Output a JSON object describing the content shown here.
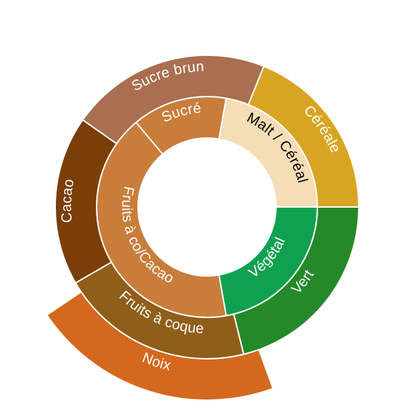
{
  "chart_data": {
    "type": "sunburst",
    "title": "",
    "inner_ring": [
      {
        "label": "Sucré",
        "start_deg": -40,
        "end_deg": 10,
        "color": "#C97D3B",
        "text_color": "#FFFFFF"
      },
      {
        "label": "Malt / Céréal",
        "start_deg": 10,
        "end_deg": 90,
        "color": "#F5DEB5",
        "text_color": "#000000"
      },
      {
        "label": "Végétal",
        "start_deg": 90,
        "end_deg": 170,
        "color": "#0FA150",
        "text_color": "#FFFFFF"
      },
      {
        "label": "Fruits à co/Cacao",
        "start_deg": 170,
        "end_deg": 320,
        "color": "#C97D3B",
        "text_color": "#FFFFFF"
      }
    ],
    "outer_ring": [
      {
        "label": "Sucre brun",
        "start_deg": -55,
        "end_deg": 22,
        "color": "#AA6E50",
        "text_color": "#FFFFFF",
        "depth": 1
      },
      {
        "label": "Céréale",
        "start_deg": 22,
        "end_deg": 90,
        "color": "#D8A523",
        "text_color": "#FFFFFF",
        "depth": 1
      },
      {
        "label": "Vert",
        "start_deg": 90,
        "end_deg": 166,
        "color": "#25892A",
        "text_color": "#FFFFFF",
        "depth": 1
      },
      {
        "label": "Fruits à coque",
        "start_deg": 166,
        "end_deg": 240,
        "color": "#8F5E19",
        "text_color": "#FFFFFF",
        "depth": 1
      },
      {
        "label": "Cacao",
        "start_deg": 240,
        "end_deg": 305,
        "color": "#7A3E07",
        "text_color": "#FFFFFF",
        "depth": 1
      },
      {
        "label": "Noix",
        "start_deg": 160,
        "end_deg": 236,
        "color": "#D5681F",
        "text_color": "#FFFFFF",
        "depth": 2
      }
    ]
  }
}
